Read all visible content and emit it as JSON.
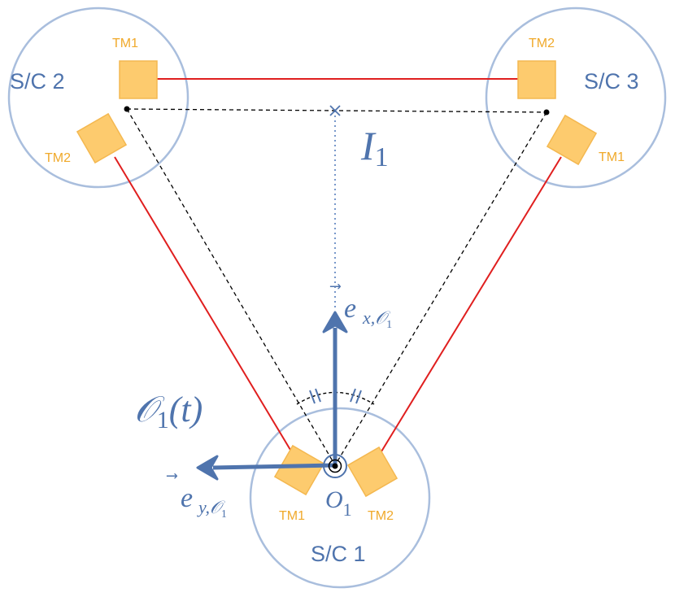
{
  "colors": {
    "circle_stroke": "#a9bedd",
    "laser_link": "#e01f1f",
    "test_mass_fill": "#fdcb6e",
    "test_mass_stroke": "#f4b850",
    "axis_blue": "#4f74ad",
    "label_blue": "#4f74ad",
    "tm_label": "#f0a92a",
    "dashed_line": "#000000"
  },
  "spacecraft": [
    {
      "id": "sc2",
      "label": "S/C 2",
      "tm_labels": [
        "TM1",
        "TM2"
      ]
    },
    {
      "id": "sc3",
      "label": "S/C 3",
      "tm_labels": [
        "TM2",
        "TM1"
      ]
    },
    {
      "id": "sc1",
      "label": "S/C 1",
      "tm_labels": [
        "TM1",
        "TM2"
      ]
    }
  ],
  "labels": {
    "midpoint": {
      "main": "I",
      "sub": "1"
    },
    "frame": {
      "main": "𝒪",
      "sub": "1",
      "arg": "(t)"
    },
    "origin": {
      "main": "O",
      "sub": "1"
    },
    "ex": {
      "main": "e",
      "arrow": "⃗",
      "sub": "x,𝒪",
      "subsub": "1"
    },
    "ey": {
      "main": "e",
      "arrow": "⃗",
      "sub": "y,𝒪",
      "subsub": "1"
    }
  }
}
